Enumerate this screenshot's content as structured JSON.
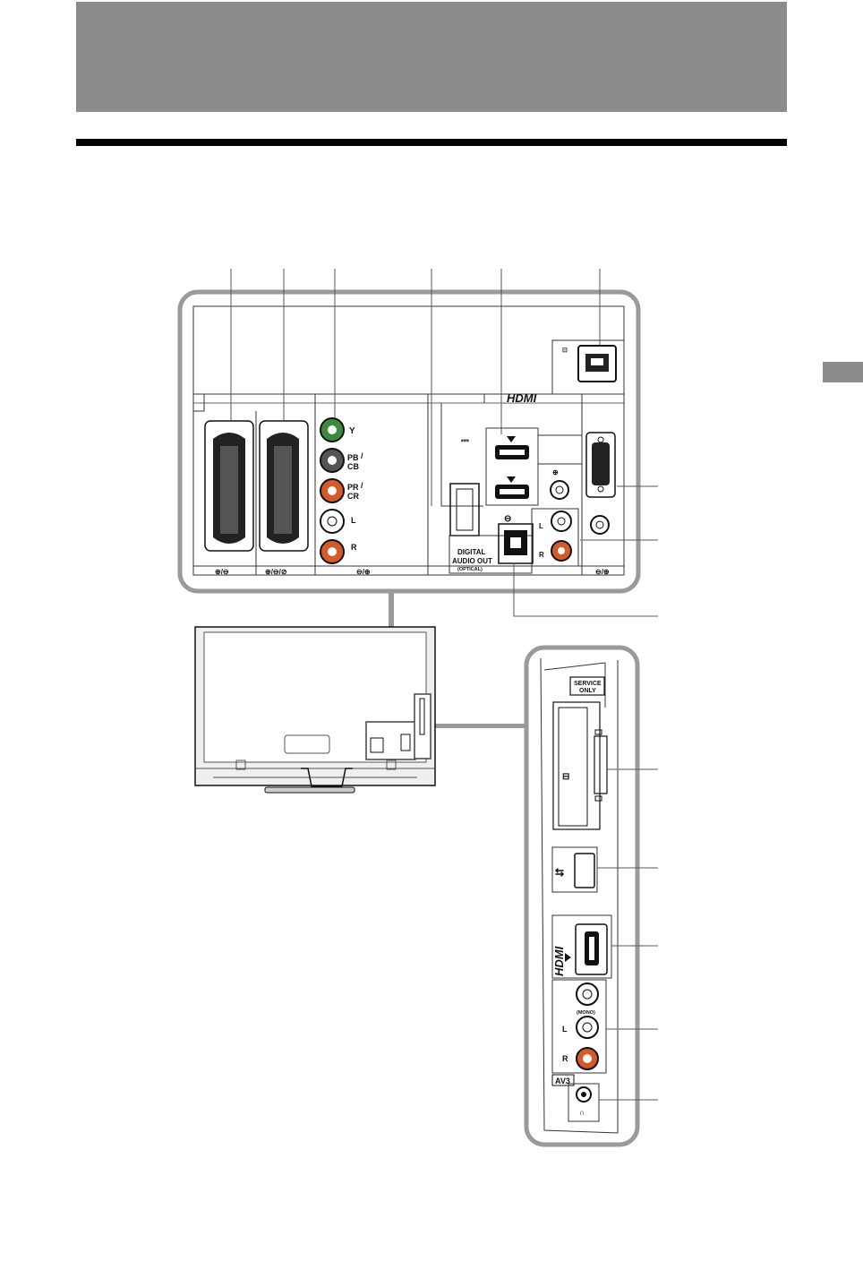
{
  "page": {
    "colors": {
      "header_band": "#8c8c8c",
      "rule": "#000000",
      "panel_outline": "#9a9a9a",
      "jack_red": "#d45a2a",
      "jack_green": "#3c8a3c"
    }
  },
  "rear_panel": {
    "component_labels": {
      "y": "Y",
      "pb": "PB",
      "cb": "CB",
      "pr": "PR",
      "cr": "CR",
      "slash": "/",
      "l": "L",
      "r": "R"
    },
    "hdmi_logo": "HDMI",
    "dc_symbol": "⎓",
    "optical_label": {
      "line1": "DIGITAL",
      "line2": "AUDIO OUT",
      "line3": "(OPTICAL)"
    },
    "audio_labels": {
      "l": "L",
      "r": "R"
    }
  },
  "side_panel": {
    "service_label": {
      "line1": "SERVICE",
      "line2": "ONLY"
    },
    "hdmi_logo": "HDMI",
    "mono_label": "(MONO)",
    "audio_labels": {
      "l": "L",
      "r": "R"
    },
    "av3_label": "AV3"
  }
}
